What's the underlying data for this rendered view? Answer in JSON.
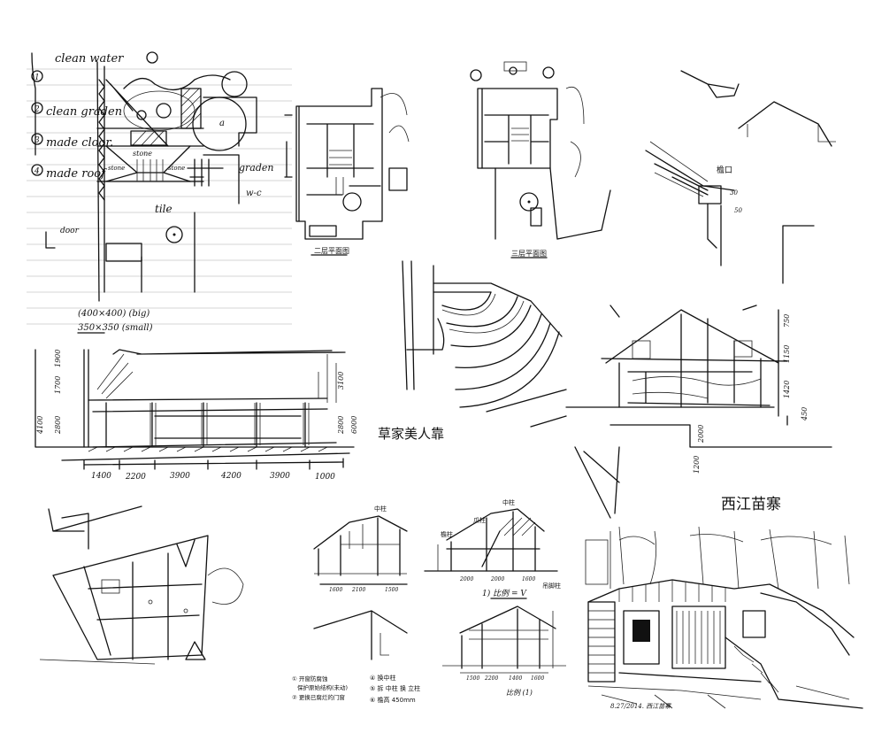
{
  "notebook_plan": {
    "steps": [
      "clean water",
      "clean graden",
      "made cloor.",
      "made roof"
    ],
    "step_numbers": [
      "1",
      "2",
      "3",
      "4"
    ],
    "labels": {
      "stone": "stone",
      "stone_left": "stone",
      "stone_right": "stone",
      "tile": "tile",
      "garden": "graden",
      "wc": "w-c",
      "door": "door",
      "a": "a"
    },
    "sizes": [
      "(400×400) (big)",
      "350×350 (small)"
    ]
  },
  "floor_plan_1": {
    "caption": "二层平面图"
  },
  "floor_plan_2": {
    "caption": "三层平面图"
  },
  "roof_detail": {
    "label": "檐口",
    "dims": [
      "30",
      "50"
    ]
  },
  "elevation": {
    "bottom_dims": [
      "1400",
      "2200",
      "3900",
      "4200",
      "3900",
      "1000"
    ],
    "left_dims": [
      "4100",
      "2800",
      "1700",
      "1900"
    ],
    "right_dims": [
      "3100",
      "2800",
      "6000"
    ]
  },
  "bench_detail": {
    "caption": "草家美人靠"
  },
  "section_right": {
    "caption": "西江苗寨",
    "dims": [
      "750",
      "1150",
      "1420",
      "450",
      "2000",
      "1200"
    ]
  },
  "sections_middle": {
    "labels": [
      "中柱",
      "中柱",
      "檐柱",
      "瓜柱",
      "吊脚柱"
    ],
    "dims_a": [
      "1600",
      "2100",
      "1500"
    ],
    "dims_b": [
      "2000",
      "2000",
      "1600"
    ],
    "dims_c": [
      "1500",
      "2200",
      "1400",
      "1600"
    ],
    "caption_1": "1) 比例 = V",
    "caption_2": "比例 (1)",
    "notes": [
      "① 开窗防腐蚀",
      "保护原始结构(未动)",
      "② 更换已腐烂的门窗",
      "④ 换中柱",
      "⑤ 拆 中柱 换 立柱",
      "⑥ 檐高 450mm"
    ]
  },
  "perspective": {
    "signature": "8.27/2014. 西江苗寨"
  }
}
